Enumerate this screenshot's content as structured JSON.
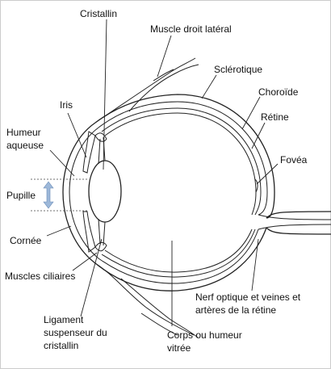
{
  "labels": {
    "cristallin": "Cristallin",
    "muscle_droit": "Muscle droit latéral",
    "sclerotique": "Sclérotique",
    "iris": "Iris",
    "choroide": "Choroïde",
    "retine": "Rétine",
    "humeur_aqueuse_1": "Humeur",
    "humeur_aqueuse_2": "aqueuse",
    "fovea": "Fovéa",
    "pupille": "Pupille",
    "cornee": "Cornée",
    "muscles_ciliaires": "Muscles ciliaires",
    "nerf_1": "Nerf optique et veines et",
    "nerf_2": "artères de la rétine",
    "ligament_1": "Ligament",
    "ligament_2": "suspenseur du",
    "ligament_3": "cristallin",
    "corps_1": "Corps ou humeur",
    "corps_2": "vitrée"
  },
  "colors": {
    "pupil_arrow": "#9db8d9",
    "outline": "#222222",
    "frame": "#cccccc"
  }
}
